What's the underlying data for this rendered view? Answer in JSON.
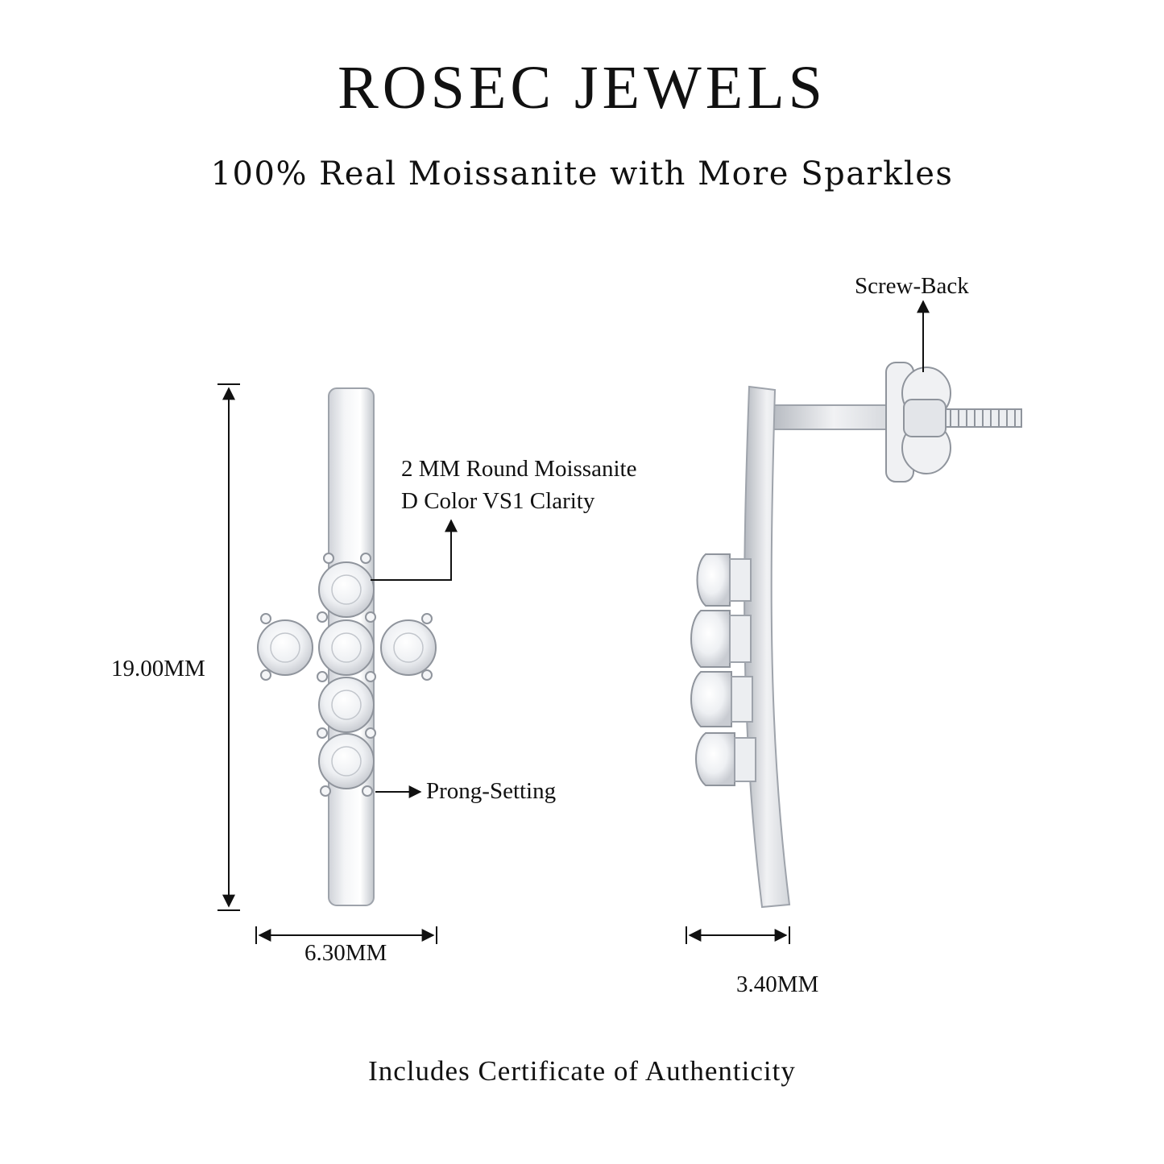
{
  "brand": "ROSEC JEWELS",
  "tagline": "100% Real Moissanite with More Sparkles",
  "footer": "Includes Certificate of Authenticity",
  "annotations": {
    "stone_line1": "2 MM Round Moissanite",
    "stone_line2": "D Color VS1 Clarity",
    "prong": "Prong-Setting",
    "screw_back": "Screw-Back"
  },
  "dimensions": {
    "height": "19.00MM",
    "front_width": "6.30MM",
    "side_width": "3.40MM"
  },
  "colors": {
    "text": "#111111",
    "metal": "#e6e8ec",
    "metal_shadow": "#b9bdc4",
    "background": "#ffffff"
  }
}
